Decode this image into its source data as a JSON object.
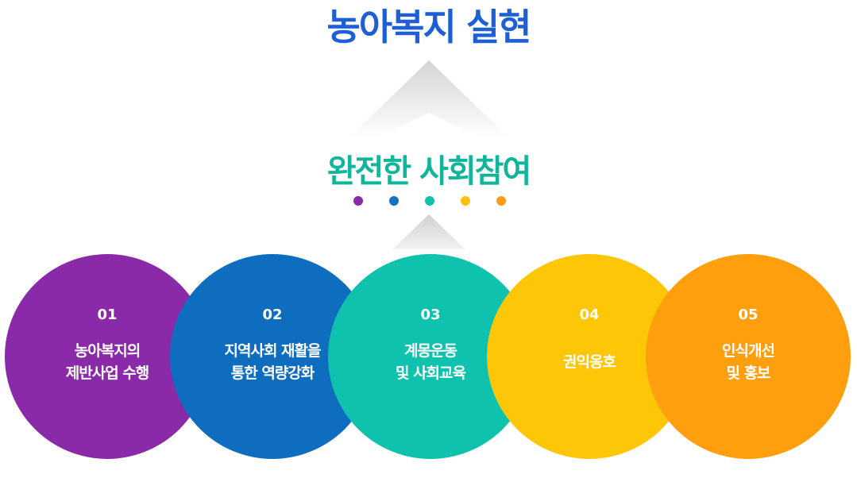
{
  "goal": {
    "text": "농아복지 실현",
    "color": "#1f5fd6"
  },
  "participation": {
    "text": "완전한 사회참여",
    "color": "#10b59a"
  },
  "dot_colors": [
    "#8a2aa8",
    "#1471c4",
    "#13c0ac",
    "#fcc20c",
    "#ff9c13"
  ],
  "items": [
    {
      "num": "01",
      "lines": [
        "농아복지의",
        "제반사업 수행"
      ],
      "color": "#8a2aa8"
    },
    {
      "num": "02",
      "lines": [
        "지역사회 재활을",
        "통한 역량강화"
      ],
      "color": "#0f6dbf"
    },
    {
      "num": "03",
      "lines": [
        "계몽운동",
        "및 사회교육"
      ],
      "color": "#0fc2ae"
    },
    {
      "num": "04",
      "lines": [
        "권익옹호"
      ],
      "color": "#fdc607"
    },
    {
      "num": "05",
      "lines": [
        "인식개선",
        "및 홍보"
      ],
      "color": "#ff9f0e"
    }
  ]
}
